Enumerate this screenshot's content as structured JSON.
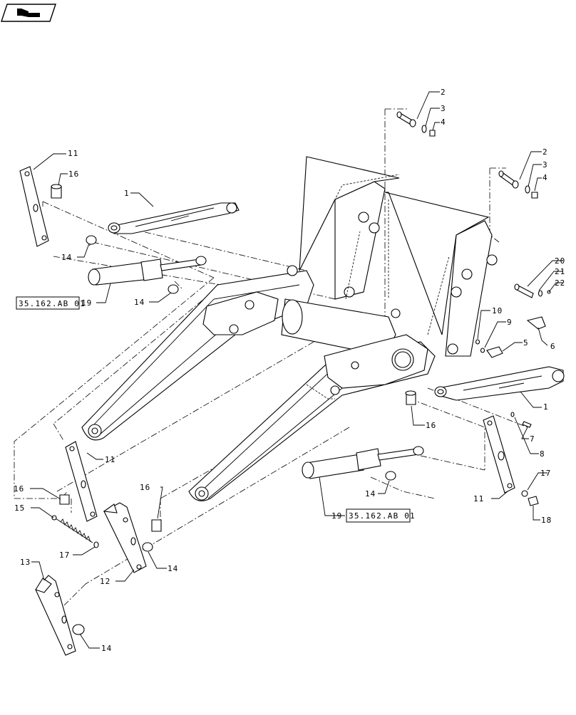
{
  "navigation": {
    "back_icon": "back-arrow-icon"
  },
  "callouts": [
    {
      "id": "c2a",
      "text": "2"
    },
    {
      "id": "c3a",
      "text": "3"
    },
    {
      "id": "c4a",
      "text": "4"
    },
    {
      "id": "c2b",
      "text": "2"
    },
    {
      "id": "c3b",
      "text": "3"
    },
    {
      "id": "c4b",
      "text": "4"
    },
    {
      "id": "c11a",
      "text": "11"
    },
    {
      "id": "c16a",
      "text": "16"
    },
    {
      "id": "c1a",
      "text": "1"
    },
    {
      "id": "c14a",
      "text": "14"
    },
    {
      "id": "c14b",
      "text": "14"
    },
    {
      "id": "c20",
      "text": "20"
    },
    {
      "id": "c21",
      "text": "21"
    },
    {
      "id": "c22",
      "text": "22"
    },
    {
      "id": "c10",
      "text": "10"
    },
    {
      "id": "c9",
      "text": "9"
    },
    {
      "id": "c5",
      "text": "5"
    },
    {
      "id": "c6",
      "text": "6"
    },
    {
      "id": "c1b",
      "text": "1"
    },
    {
      "id": "c7",
      "text": "7"
    },
    {
      "id": "c8",
      "text": "8"
    },
    {
      "id": "c16b",
      "text": "16"
    },
    {
      "id": "c11b",
      "text": "11"
    },
    {
      "id": "c16c",
      "text": "16"
    },
    {
      "id": "c15",
      "text": "15"
    },
    {
      "id": "c16d",
      "text": "16"
    },
    {
      "id": "c17a",
      "text": "17"
    },
    {
      "id": "c14c",
      "text": "14"
    },
    {
      "id": "c13",
      "text": "13"
    },
    {
      "id": "c12",
      "text": "12"
    },
    {
      "id": "c14d",
      "text": "14"
    },
    {
      "id": "c14e",
      "text": "14"
    },
    {
      "id": "c19b",
      "text": "19"
    },
    {
      "id": "c11c",
      "text": "11"
    },
    {
      "id": "c17b",
      "text": "17"
    },
    {
      "id": "c18",
      "text": "18"
    },
    {
      "id": "c19a",
      "text": "19"
    }
  ],
  "references": [
    {
      "id": "ref1",
      "text": "35.162.AB 01"
    },
    {
      "id": "ref2",
      "text": "35.162.AB 01"
    }
  ]
}
